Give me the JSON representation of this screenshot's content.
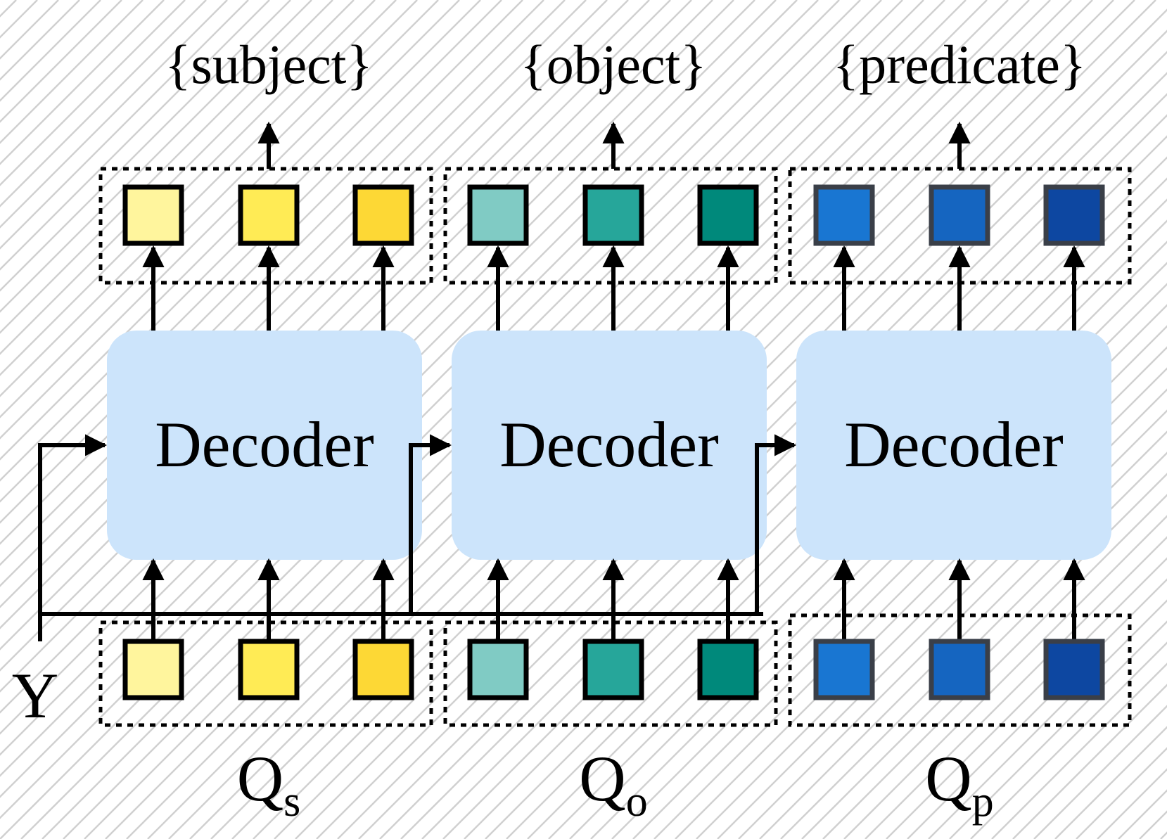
{
  "colors": {
    "decoder_fill": "#cce4fb",
    "line": "#000000",
    "hatch": "#d0d0d0",
    "subject": [
      "#fff59d",
      "#ffeb55",
      "#fdd835"
    ],
    "object": [
      "#80cbc4",
      "#26a69a",
      "#00897b"
    ],
    "predicate": [
      "#1976d2",
      "#1565c0",
      "#0d47a1"
    ],
    "predicate_border": "#3a3f48"
  },
  "outputs": [
    {
      "label": "{subject}"
    },
    {
      "label": "{object}"
    },
    {
      "label": "{predicate}"
    }
  ],
  "decoders": [
    {
      "label": "Decoder"
    },
    {
      "label": "Decoder"
    },
    {
      "label": "Decoder"
    }
  ],
  "input_label": "Y",
  "queries": [
    {
      "base": "Q",
      "sub": "s"
    },
    {
      "base": "Q",
      "sub": "o"
    },
    {
      "base": "Q",
      "sub": "p"
    }
  ]
}
